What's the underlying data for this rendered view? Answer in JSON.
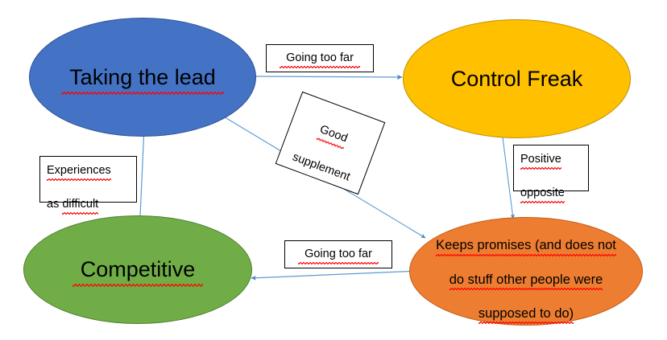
{
  "diagram": {
    "type": "flow-diagram",
    "background_color": "#FFFFFF",
    "nodes": [
      {
        "id": "taking-the-lead",
        "label": "Taking the lead",
        "shape": "ellipse",
        "fill_color": "#4472C4",
        "text_color": "#000000",
        "spellcheck_underline": true
      },
      {
        "id": "control-freak",
        "label": "Control Freak",
        "shape": "ellipse",
        "fill_color": "#FFC000",
        "text_color": "#000000",
        "spellcheck_underline": false
      },
      {
        "id": "competitive",
        "label": "Competitive",
        "shape": "ellipse",
        "fill_color": "#70AD47",
        "text_color": "#000000",
        "spellcheck_underline": true
      },
      {
        "id": "keeps-promises",
        "label": "Keeps promises (and does not\ndo stuff other people were\nsupposed to do)",
        "line1": "Keeps promises (and does not",
        "line2": "do stuff other people were",
        "line3": "supposed to do)",
        "shape": "ellipse",
        "fill_color": "#ED7D31",
        "text_color": "#000000",
        "spellcheck_underline": true
      }
    ],
    "edges": [
      {
        "id": "taking-the-lead-to-control-freak",
        "from": "taking-the-lead",
        "to": "control-freak",
        "label": "Going too far",
        "color": "#5B9BD5",
        "arrowhead": "end"
      },
      {
        "id": "taking-the-lead-to-keeps-promises",
        "from": "taking-the-lead",
        "to": "keeps-promises",
        "label": "Good\nsupplement",
        "label_line1": "Good",
        "label_line2": "supplement",
        "label_rotation_deg": 20.5,
        "color": "#5B9BD5",
        "arrowhead": "end"
      },
      {
        "id": "control-freak-to-keeps-promises",
        "from": "control-freak",
        "to": "keeps-promises",
        "label": "Positive\nopposite",
        "label_line1": "Positive",
        "label_line2": "opposite",
        "color": "#5B9BD5",
        "arrowhead": "end"
      },
      {
        "id": "keeps-promises-to-competitive",
        "from": "keeps-promises",
        "to": "competitive",
        "label": "Going too far",
        "color": "#5B9BD5",
        "arrowhead": "end"
      },
      {
        "id": "competitive-to-taking-the-lead",
        "from": "competitive",
        "to": "taking-the-lead",
        "label": "Experiences\nas difficult",
        "label_line1": "Experiences",
        "label_line2": "as difficult",
        "color": "#5B9BD5",
        "arrowhead": "end"
      }
    ]
  }
}
